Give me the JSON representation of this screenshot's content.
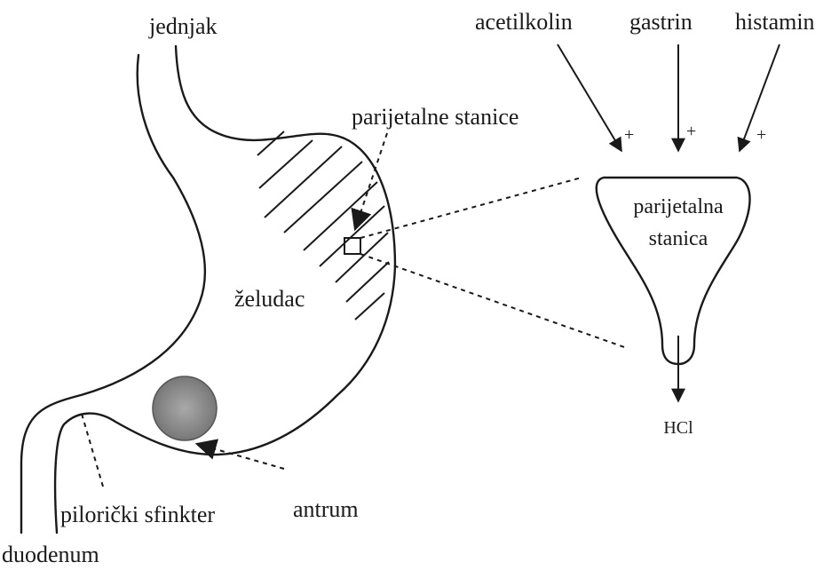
{
  "labels": {
    "esophagus": "jednjak",
    "stomach": "želudac",
    "parietal_cells": "parijetalne stanice",
    "antrum": "antrum",
    "pyloric_sphincter": "pilorički sfinkter",
    "duodenum": "duodenum",
    "parietal_cell_line1": "parijetalna",
    "parietal_cell_line2": "stanica",
    "hcl": "HCl"
  },
  "stimuli": [
    {
      "name": "acetilkolin",
      "effect": "+"
    },
    {
      "name": "gastrin",
      "effect": "+"
    },
    {
      "name": "histamin",
      "effect": "+"
    }
  ]
}
